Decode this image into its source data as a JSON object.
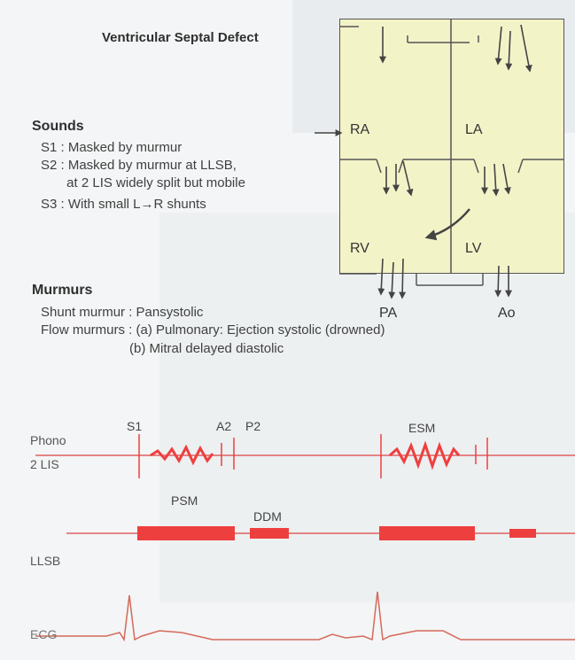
{
  "title": "Ventricular Septal Defect",
  "sounds": {
    "heading": "Sounds",
    "lines": [
      "S1 : Masked by murmur",
      "S2 : Masked by murmur at LLSB,",
      "       at 2 LIS widely split but mobile",
      "S3 : With small L→R shunts"
    ]
  },
  "murmurs": {
    "heading": "Murmurs",
    "lines": [
      "Shunt murmur : Pansystolic",
      "Flow murmurs : (a) Pulmonary: Ejection systolic (drowned)",
      "                        (b) Mitral delayed diastolic"
    ]
  },
  "heart": {
    "chambers": {
      "ra": "RA",
      "la": "LA",
      "rv": "RV",
      "lv": "LV"
    },
    "vessels": {
      "pa": "PA",
      "ao": "Ao"
    },
    "colors": {
      "fill": "#f3f3c8",
      "outline": "#555555"
    }
  },
  "phono": {
    "trace_labels": {
      "phono": "Phono",
      "lis": "2 LIS",
      "llsb": "LLSB",
      "ecg": "ECG"
    },
    "events": {
      "s1": "S1",
      "a2": "A2",
      "p2": "P2",
      "esm": "ESM",
      "psm": "PSM",
      "ddm": "DDM"
    },
    "colors": {
      "murmur": "#ee3f3f",
      "baseline": "#e06060",
      "ecg": "#d46a5a"
    }
  }
}
